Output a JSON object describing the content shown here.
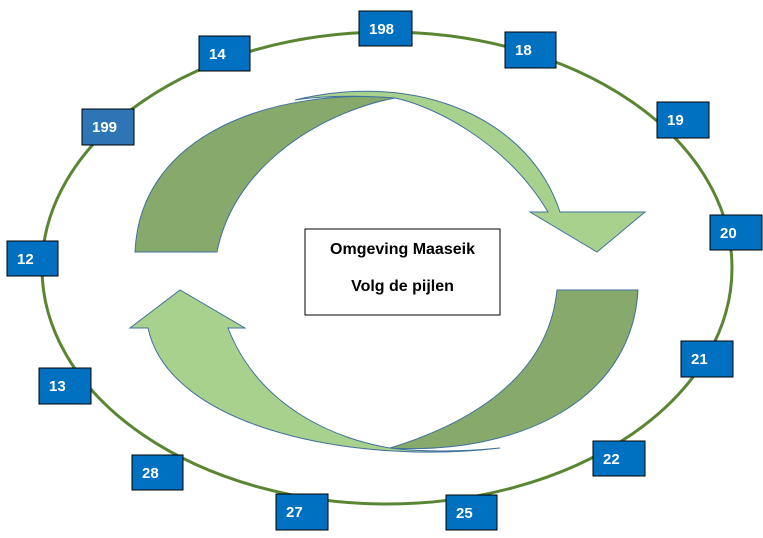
{
  "center_box": {
    "line1": "Omgeving Maaseik",
    "line2": "Volg de pijlen"
  },
  "nodes": [
    {
      "label": "198",
      "shade": "primary"
    },
    {
      "label": "18",
      "shade": "primary"
    },
    {
      "label": "19",
      "shade": "primary"
    },
    {
      "label": "20",
      "shade": "primary"
    },
    {
      "label": "21",
      "shade": "primary"
    },
    {
      "label": "22",
      "shade": "primary"
    },
    {
      "label": "25",
      "shade": "primary"
    },
    {
      "label": "27",
      "shade": "primary"
    },
    {
      "label": "28",
      "shade": "primary"
    },
    {
      "label": "13",
      "shade": "primary"
    },
    {
      "label": "12",
      "shade": "primary"
    },
    {
      "label": "199",
      "shade": "secondary"
    },
    {
      "label": "14",
      "shade": "primary"
    }
  ],
  "colors": {
    "ring": "#5A8633",
    "node_primary": "#0070C0",
    "node_secondary": "#2E75B6",
    "node_border": "#000000",
    "arrow_dark": "#87A96B",
    "arrow_light": "#A9D18E",
    "arrow_stroke": "#41719C"
  }
}
